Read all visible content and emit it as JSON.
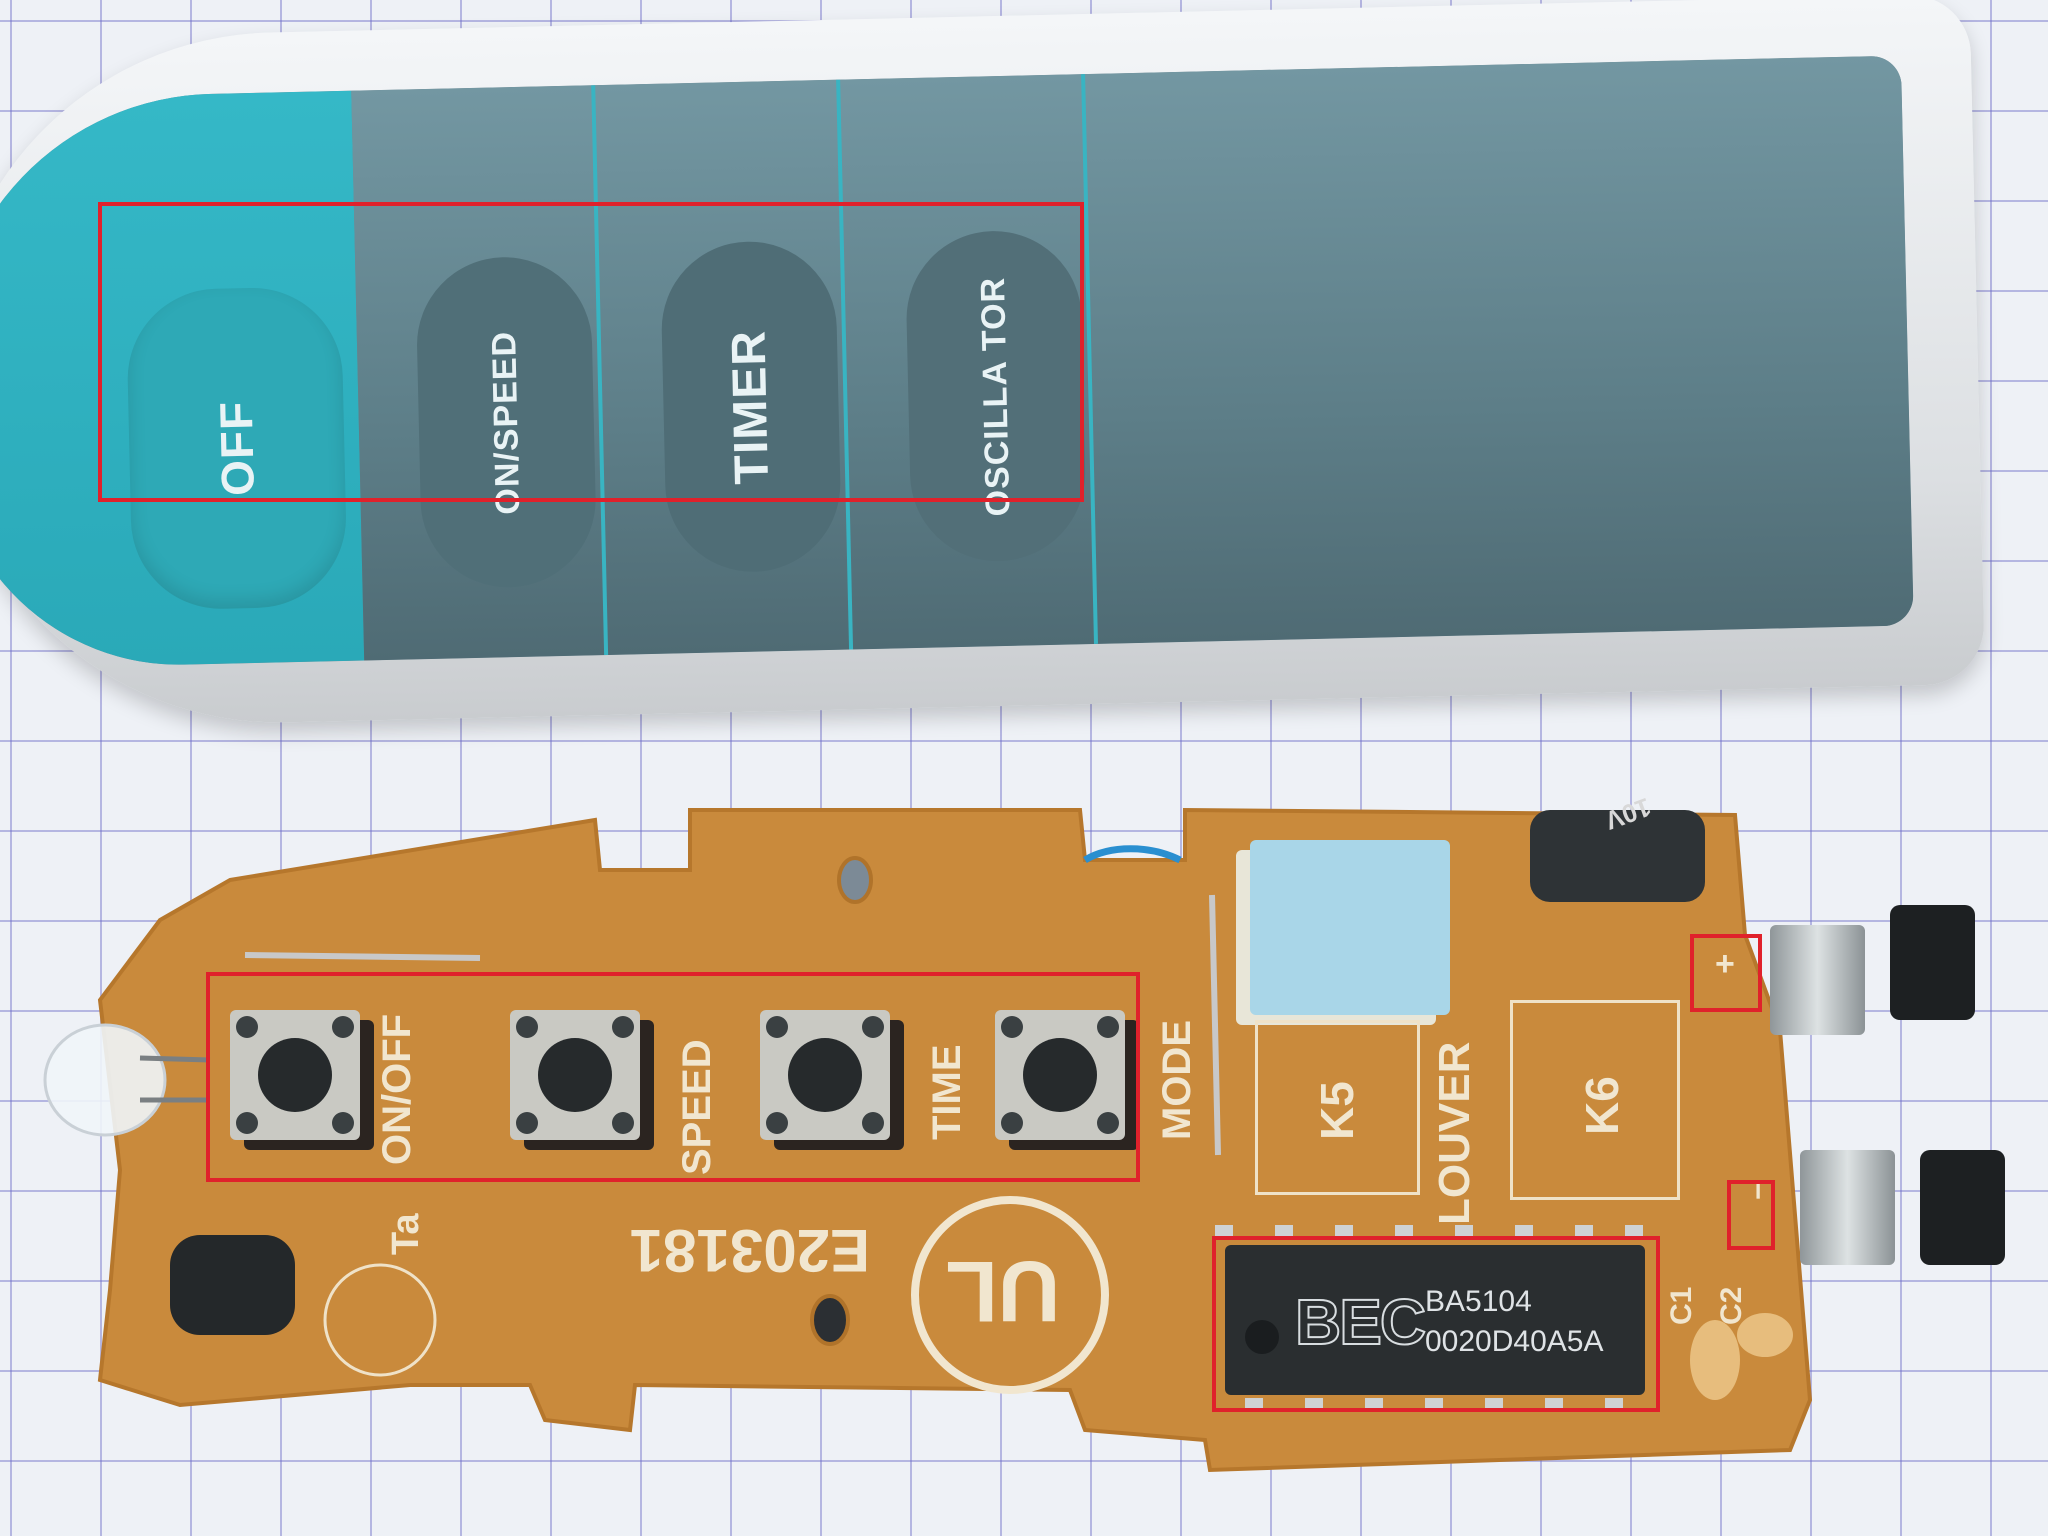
{
  "scene": {
    "description": "Disassembled fan IR remote: keypad faceplate above, PCB below on graph paper, with red annotation boxes",
    "background": "graph paper",
    "colors": {
      "paper": "#eef1f6",
      "grid": "#6e6ec8",
      "faceplate_teal": "#2aa9b8",
      "faceplate_slate": "#5d7e88",
      "pcb": "#c98a3c",
      "annotation_red": "#e0212b",
      "chip": "#2a2e30",
      "capacitor_blue": "#a9d6e8"
    }
  },
  "remote": {
    "buttons": [
      {
        "label": "OFF"
      },
      {
        "label": "ON/SPEED"
      },
      {
        "label": "TIMER"
      },
      {
        "label": "OSCILLA TOR"
      }
    ]
  },
  "pcb": {
    "switch_labels": [
      "ON/OFF",
      "SPEED",
      "TIME",
      "MODE"
    ],
    "pad_labels": {
      "k5": "K5",
      "k6": "K6",
      "louver": "LOUVER",
      "c1": "C1",
      "c2": "C2",
      "ta": "Ta"
    },
    "board_id": "E203181",
    "cert_logo": "UL",
    "ic": {
      "logo": "BEC",
      "part": "BA5104",
      "code": "0020D40A5A"
    },
    "capacitor_marking": "10V",
    "polarity": {
      "plus": "+",
      "minus": "−"
    }
  },
  "annotations": [
    {
      "name": "remote-buttons-box"
    },
    {
      "name": "pcb-switches-box"
    },
    {
      "name": "ic-box"
    },
    {
      "name": "plus-terminal-box"
    },
    {
      "name": "minus-terminal-box"
    }
  ]
}
